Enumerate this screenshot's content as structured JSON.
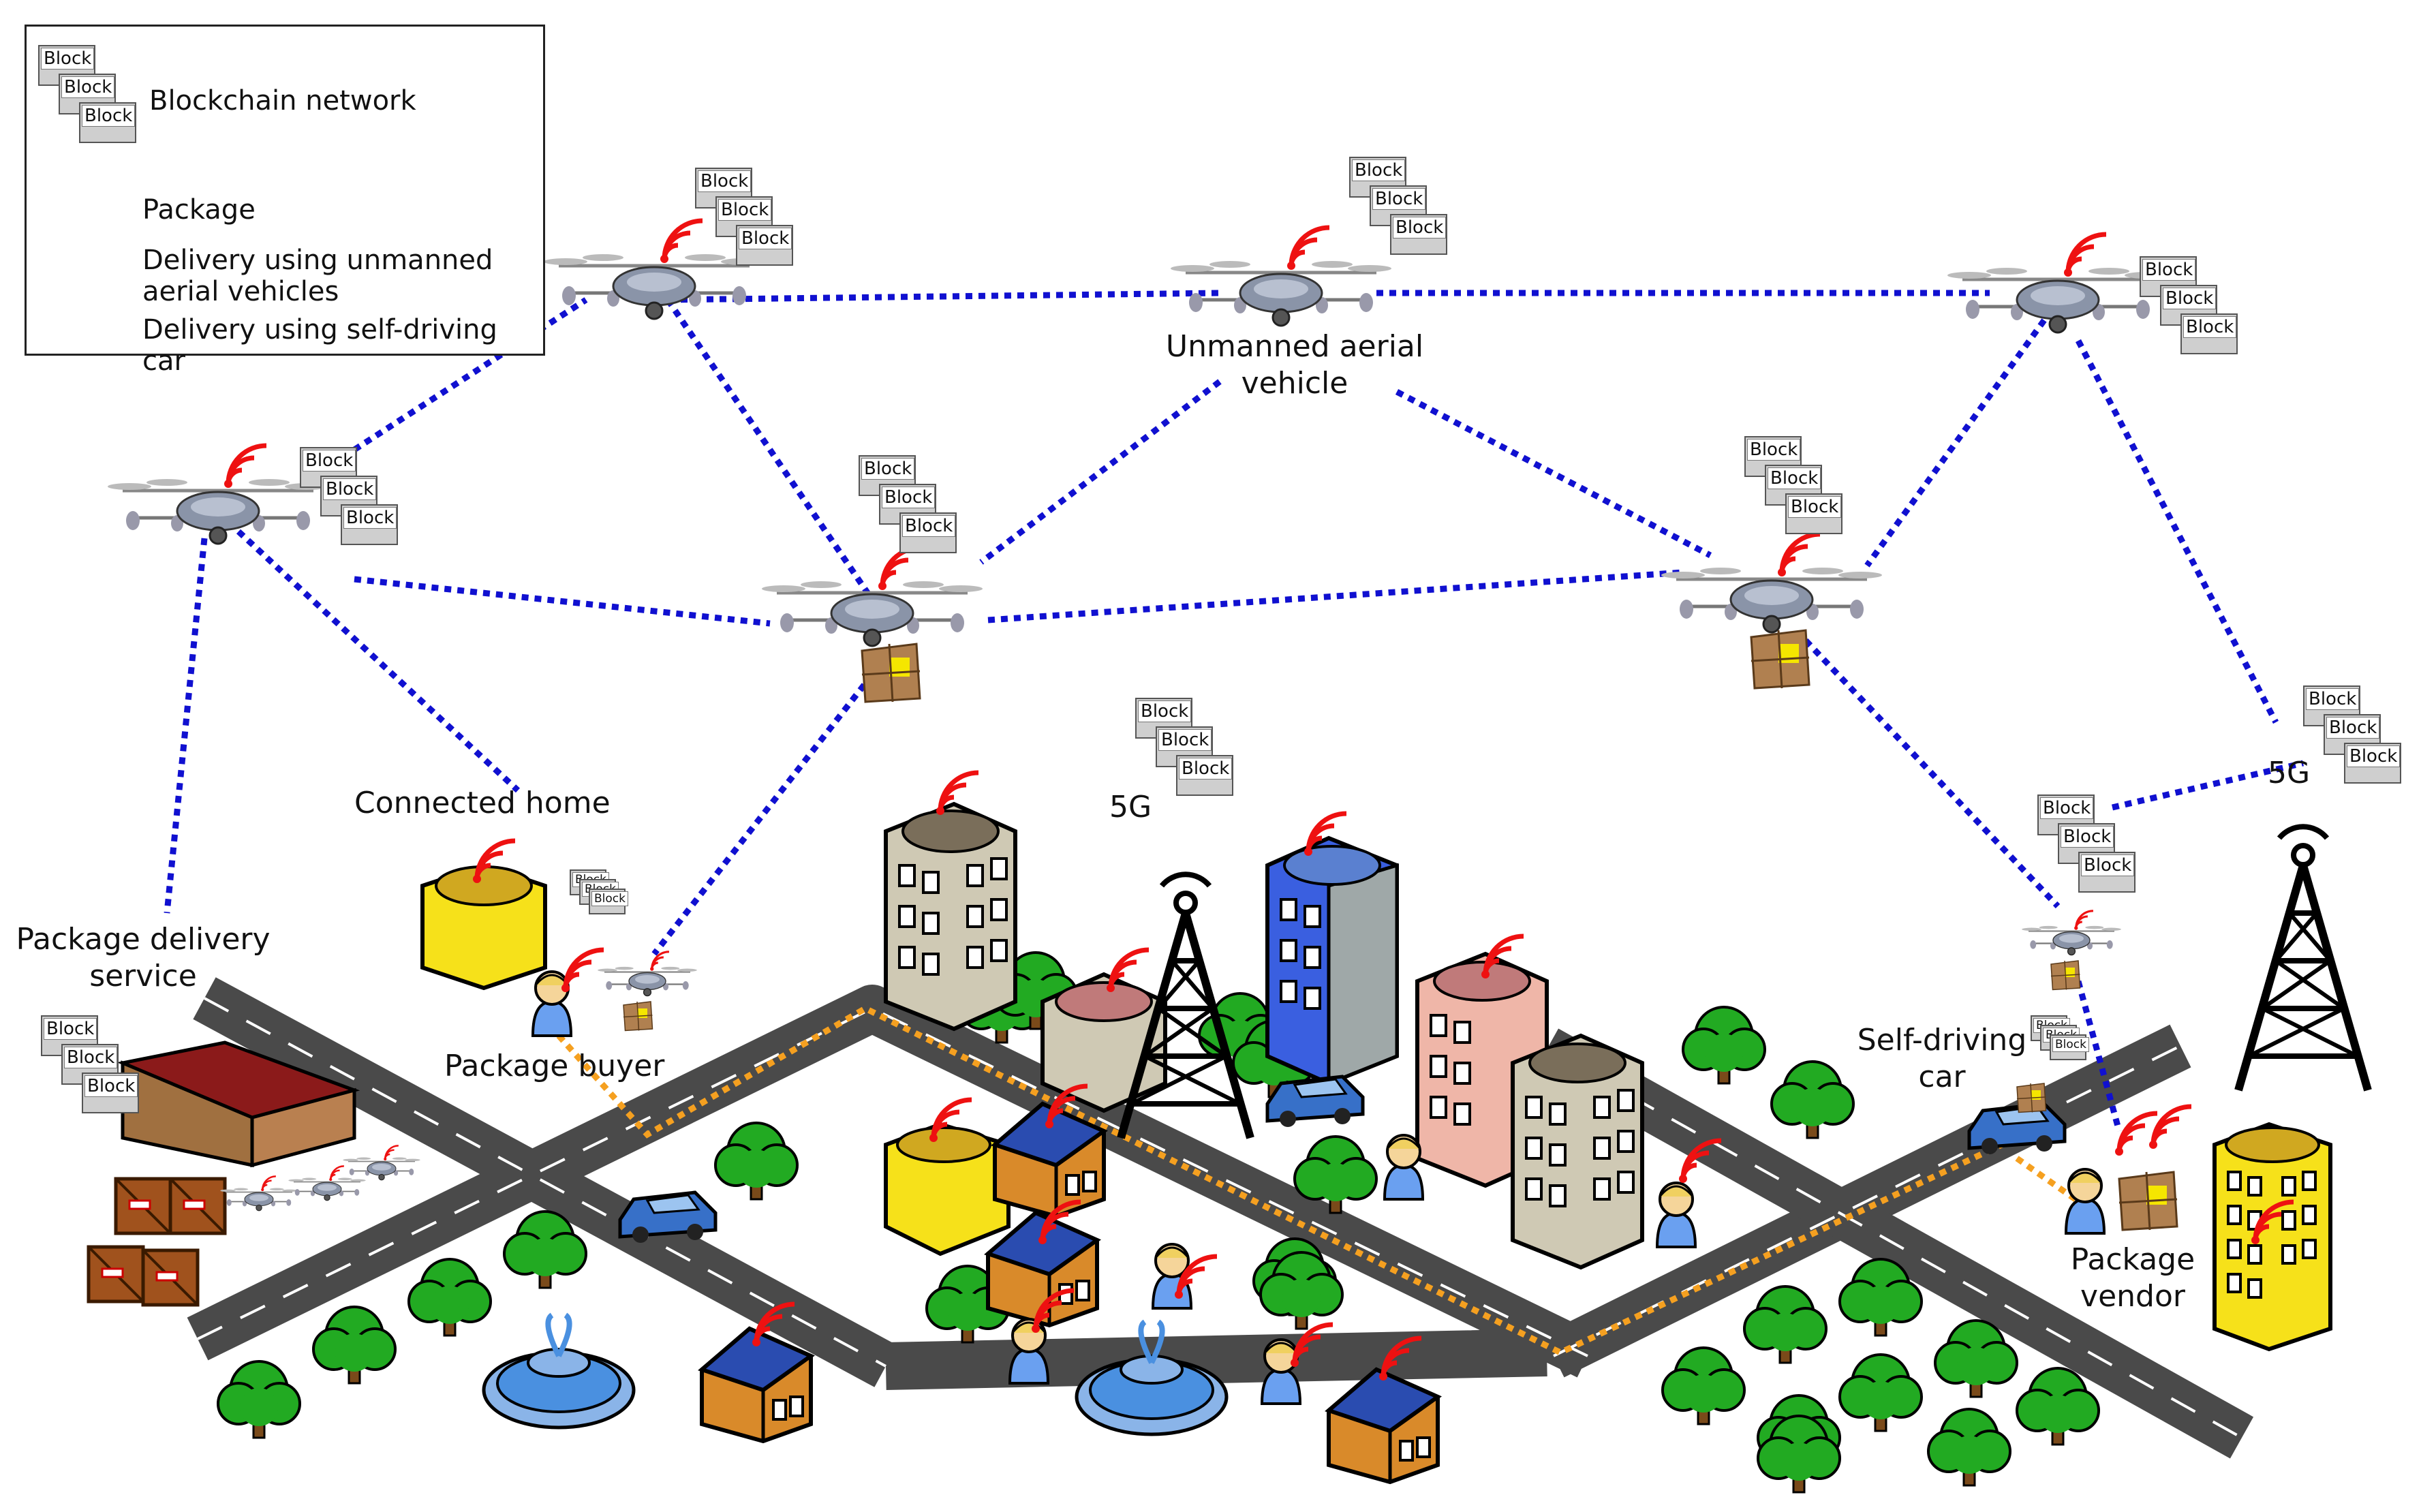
{
  "legend": {
    "blockchain": "Blockchain network",
    "package": "Package",
    "uav_delivery": "Delivery using unmanned\naerial vehicles",
    "car_delivery": "Delivery using self-driving car",
    "block_label": "Block"
  },
  "labels": {
    "uav": "Unmanned aerial\nvehicle",
    "connected_home": "Connected home",
    "delivery_service": "Package delivery\nservice",
    "buyer": "Package buyer",
    "self_driving_car": "Self-driving\ncar",
    "vendor": "Package\nvendor",
    "fiveg_center": "5G",
    "fiveg_right": "5G"
  },
  "colors": {
    "uav_line": "#1010d0",
    "car_line": "#f5a020",
    "road": "#4a4a4a",
    "tree": "#22aa22",
    "wifi": "#ee1111",
    "building_gray": "#cfc9b4",
    "building_blue": "#3a5fe0",
    "building_pink": "#efb6a8",
    "building_yellow": "#f6e11a",
    "house": "#d98a2a",
    "roof": "#2a4cb0",
    "warehouse_roof": "#8b1a1a",
    "car": "#3770c8",
    "fountain": "#4a90e0"
  },
  "icons": [
    "drone-icon",
    "block-stack-icon",
    "package-icon",
    "tower-icon",
    "building-icon",
    "house-icon",
    "tree-icon",
    "car-icon",
    "person-icon",
    "fountain-icon",
    "warehouse-icon",
    "wifi-icon",
    "crate-icon"
  ]
}
